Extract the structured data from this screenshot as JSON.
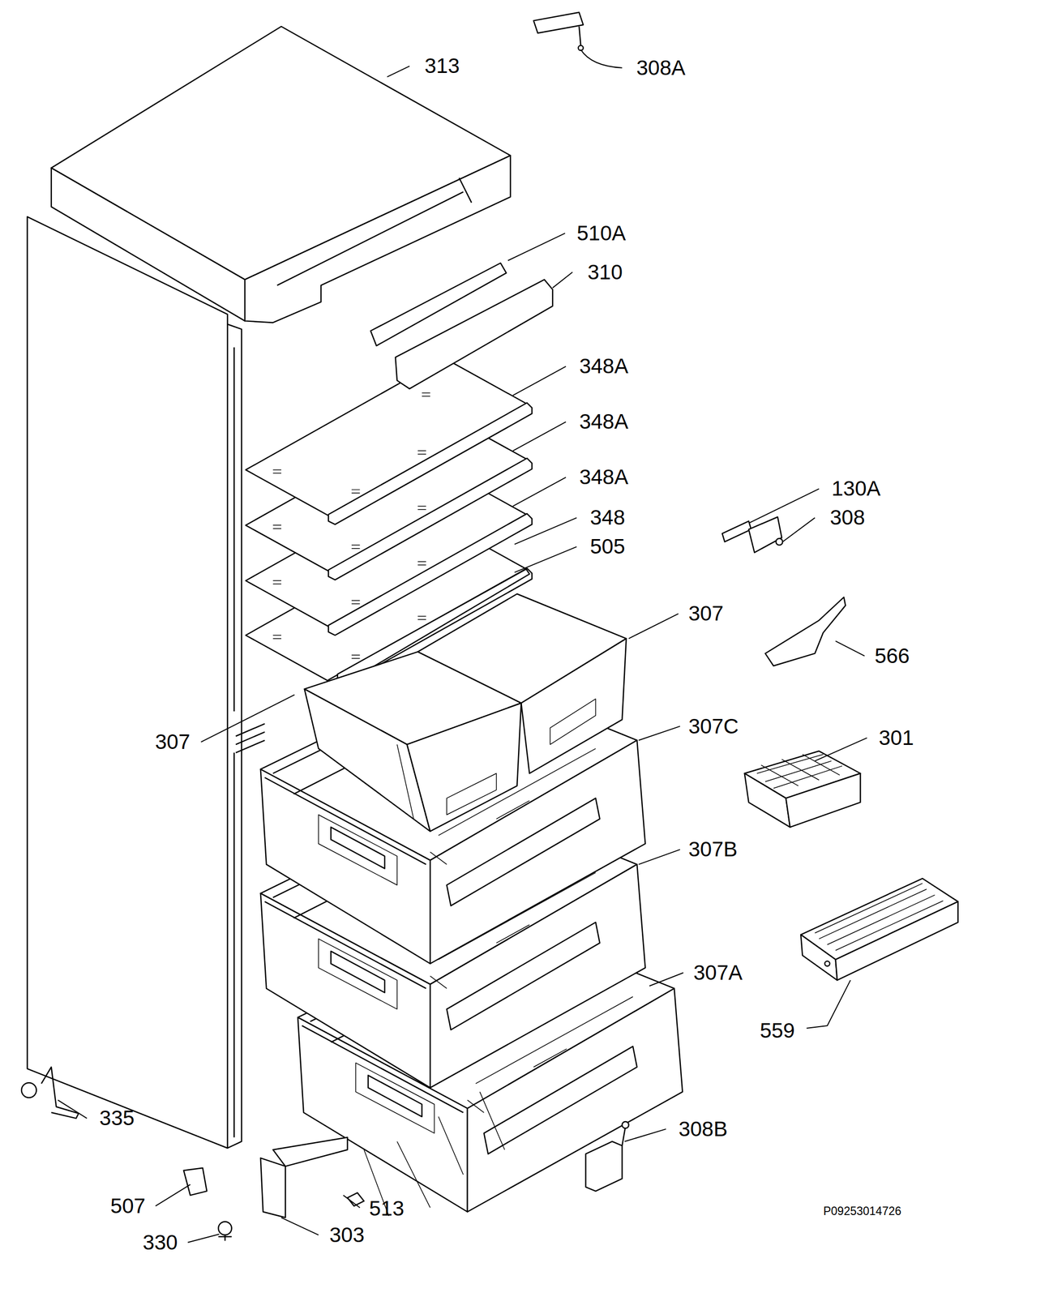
{
  "diagram": {
    "labels": [
      "313",
      "308A",
      "510A",
      "310",
      "348A",
      "348A",
      "348A",
      "348",
      "505",
      "130A",
      "308",
      "307",
      "566",
      "307",
      "307C",
      "301",
      "307B",
      "307A",
      "559",
      "335",
      "308B",
      "507",
      "513",
      "330",
      "303",
      "P09253014726"
    ]
  }
}
